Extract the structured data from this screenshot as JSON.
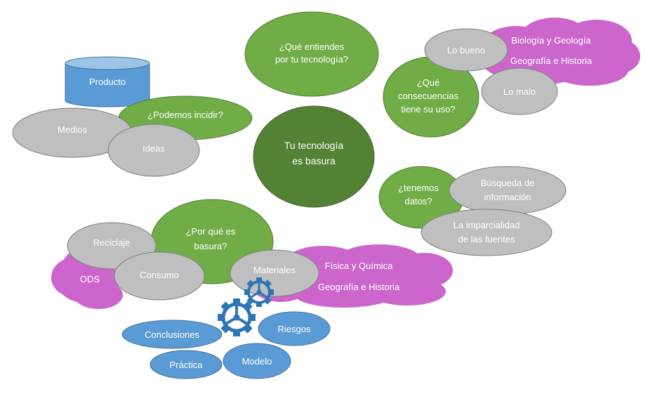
{
  "center": {
    "line1": "Tu tecnología",
    "line2": "es basura"
  },
  "q_understand": {
    "line1": "¿Qué entiendes",
    "line2": "por tu tecnología?"
  },
  "q_consequences": {
    "line1": "¿Qué",
    "line2": "consecuencias",
    "line3": "tiene su uso?"
  },
  "good": "Lo bueno",
  "bad": "Lo malo",
  "cloud_top": {
    "subject1": "Biología y Geología",
    "subject2": "Geografía e Historia"
  },
  "q_data": {
    "line1": "¿tenemos",
    "line2": "datos?"
  },
  "search": {
    "line1": "Búsqueda de",
    "line2": "información"
  },
  "impartiality": {
    "line1": "La imparcialidad",
    "line2": "de las fuentes"
  },
  "product": "Producto",
  "q_influence": "¿Podemos incidir?",
  "media": "Medios",
  "ideas": "Ideas",
  "q_why": {
    "line1": "¿Por qué es",
    "line2": "basura?"
  },
  "recycling": "Reciclaje",
  "consumption": "Consumo",
  "ods": "ODS",
  "materials": "Materiales",
  "cloud_bottom": {
    "subject1": "Física y Química",
    "subject2": "Geografía e Historia"
  },
  "conclusions": "Conclusiones",
  "risks": "Riesgos",
  "practice": "Práctica",
  "model": "Modelo",
  "colors": {
    "green_light": "#70ad47",
    "green_dark": "#548235",
    "gray": "#bfbfbf",
    "gray_stroke": "#7f7f7f",
    "magenta": "#cc66cc",
    "blue": "#5b9bd5",
    "blue_stroke": "#41719c",
    "gear": "#2e75b6"
  },
  "icons": [
    "gear-icon-large",
    "gear-icon-small",
    "database-cylinder-icon",
    "cloud-shape"
  ]
}
